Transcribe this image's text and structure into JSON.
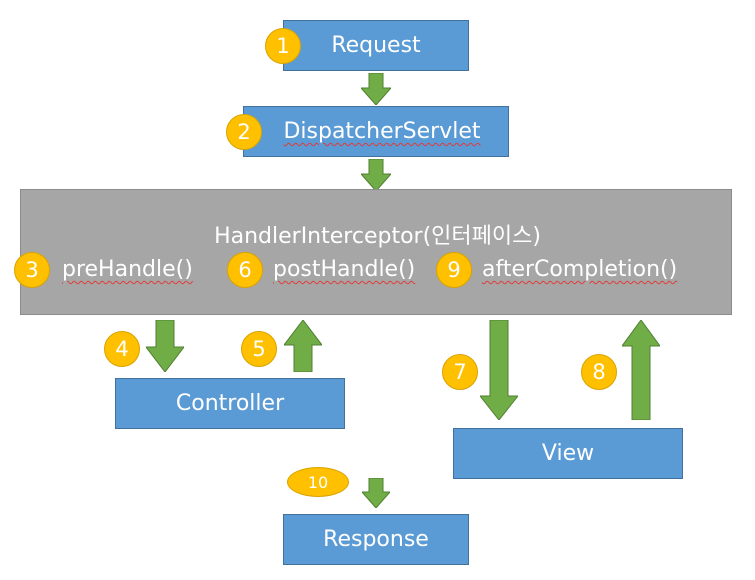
{
  "steps": {
    "request": "Request",
    "dispatcher": "DispatcherServlet",
    "interceptor_title": "HandlerInterceptor(인터페이스)",
    "pre_handle": "preHandle()",
    "post_handle": "postHandle()",
    "after_completion": "afterCompletion()",
    "controller": "Controller",
    "view": "View",
    "response": "Response"
  },
  "badges": [
    "1",
    "2",
    "3",
    "4",
    "5",
    "6",
    "7",
    "8",
    "9",
    "10"
  ],
  "colors": {
    "box_fill": "#5b9bd5",
    "interceptor_fill": "#a6a6a6",
    "badge_fill": "#ffc000",
    "arrow_fill": "#70ad47"
  }
}
